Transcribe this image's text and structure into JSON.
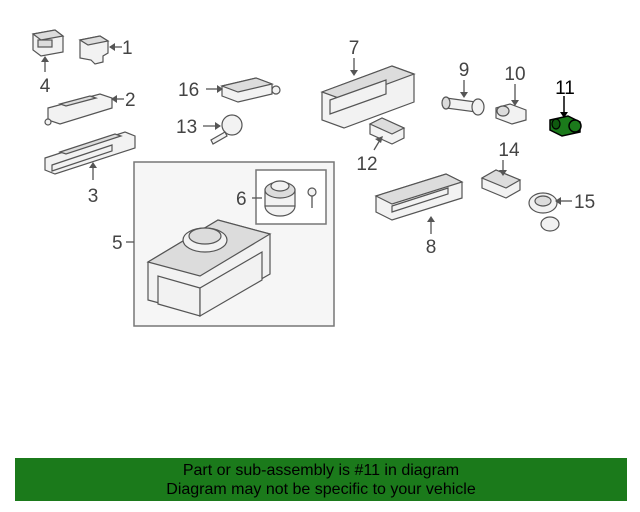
{
  "callouts": {
    "c1": "1",
    "c2": "2",
    "c3": "3",
    "c4": "4",
    "c5": "5",
    "c6": "6",
    "c7": "7",
    "c8": "8",
    "c9": "9",
    "c10": "10",
    "c11": "11",
    "c12": "12",
    "c13": "13",
    "c14": "14",
    "c15": "15",
    "c16": "16"
  },
  "highlight": {
    "part": "11",
    "color": "#1b7a1b"
  },
  "banner": {
    "line1": "Part or sub-assembly is #11 in diagram",
    "line2": "Diagram may not be specific to your vehicle",
    "background": "#1b7a1b"
  }
}
